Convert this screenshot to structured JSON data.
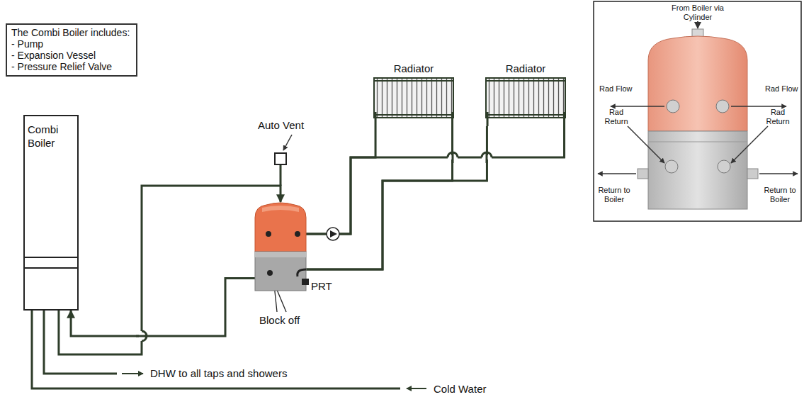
{
  "diagram": {
    "nodes": [
      {
        "text": [
          "The Combi Boiler includes:",
          "- Pump",
          "- Expansion Vessel",
          "- Pressure Relief Valve"
        ]
      },
      {
        "text": [
          "Radiator"
        ]
      },
      {
        "text": [
          "Radiator"
        ]
      },
      {
        "text": [
          "Combi Boiler"
        ]
      },
      {
        "text": [
          "PRT"
        ]
      }
    ],
    "edges": [
      {
        "from": 3,
        "to": 4,
        "arrow": "to"
      },
      {
        "from": 4,
        "to": 3,
        "arrow": "to"
      },
      {
        "from": 4,
        "to": 1,
        "arrow": "none"
      },
      {
        "from": 4,
        "to": 2,
        "arrow": "none"
      },
      {
        "from": 1,
        "to": 4,
        "arrow": "none"
      },
      {
        "from": 2,
        "to": 4,
        "arrow": "none"
      }
    ],
    "labels": [
      "Auto Vent",
      "Block off",
      "DHW to all taps and showers",
      "Cold Water",
      "From Boiler via Cylinder",
      "Rad Flow",
      "Rad Flow",
      "Rad Return",
      "Rad Return",
      "Return to Boiler",
      "Return to Boiler"
    ]
  }
}
